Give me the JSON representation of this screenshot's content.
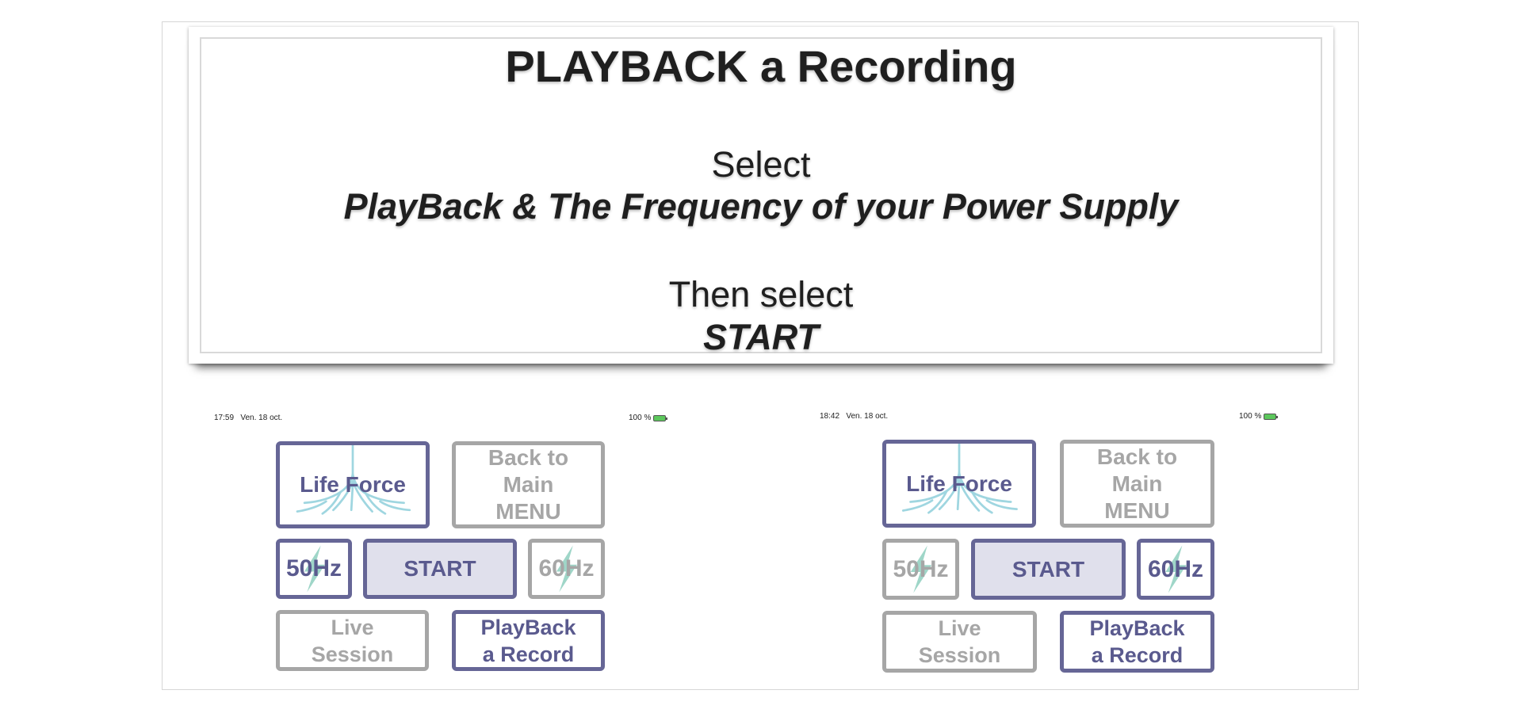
{
  "instructions": {
    "title": "PLAYBACK a Recording",
    "line1": "Select",
    "line2": "PlayBack & The Frequency of your Power Supply",
    "line3": "Then select",
    "line4": "START"
  },
  "screen_left": {
    "time": "17:59",
    "date": "Ven. 18 oct.",
    "battery": "100 %",
    "life_force": "Life Force",
    "back_line1": "Back to",
    "back_line2": "Main",
    "back_line3": "MENU",
    "hz50": "50Hz",
    "start": "START",
    "hz60": "60Hz",
    "live_line1": "Live",
    "live_line2": "Session",
    "playback_line1": "PlayBack",
    "playback_line2": "a Record",
    "selected_frequency": "50Hz"
  },
  "screen_right": {
    "time": "18:42",
    "date": "Ven. 18 oct.",
    "battery": "100 %",
    "life_force": "Life Force",
    "back_line1": "Back to",
    "back_line2": "Main",
    "back_line3": "MENU",
    "hz50": "50Hz",
    "start": "START",
    "hz60": "60Hz",
    "live_line1": "Live",
    "live_line2": "Session",
    "playback_line1": "PlayBack",
    "playback_line2": "a Record",
    "selected_frequency": "60Hz"
  },
  "colors": {
    "active_border": "#666696",
    "inactive_border": "#a6a6a6",
    "start_fill": "#e0e0ec",
    "roots": "#9fd6e0",
    "bolt": "#9fd6c8"
  }
}
